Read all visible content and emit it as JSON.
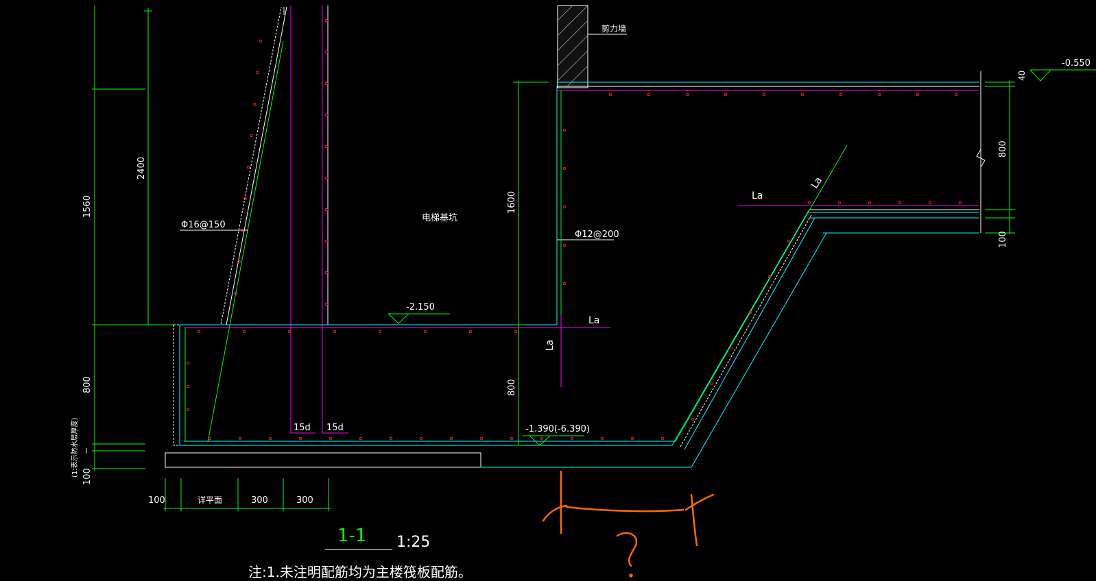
{
  "labels": {
    "shear_wall": "剪力墙",
    "elevator_pit": "电梯基坑",
    "rebar_left": "Φ16@150",
    "rebar_right": "Φ12@200",
    "level_top": "-0.550",
    "level_mid": "-2.150",
    "level_bottom": "-1.390(-6.390)",
    "la_1": "La",
    "la_2": "La",
    "la_3": "La",
    "la_4": "La",
    "hook_1": "15d",
    "hook_2": "15d",
    "waterproof_note": "(1:表示防水层厚度)"
  },
  "dimensions": {
    "d1560": "1560",
    "d2400": "2400",
    "d800_left": "800",
    "d100_left": "100",
    "d1600": "1600",
    "d800_mid": "800",
    "d40": "40",
    "d800_right": "800",
    "d100_right": "100",
    "b100": "100",
    "b_pingmian": "详平面",
    "b300_1": "300",
    "b300_2": "300"
  },
  "section": {
    "name": "1-1",
    "scale": "1:25"
  },
  "note": "注:1.未注明配筋均为主楼筏板配筋。",
  "annotation": {
    "question": "?"
  },
  "colors": {
    "background": "#000000",
    "dimension": "#00ff00",
    "outline": "#ffffff",
    "rebar": "#ff00ff",
    "concrete": "#00ffff",
    "rebar_dots": "#ff2020",
    "annotation": "#ff6600"
  }
}
